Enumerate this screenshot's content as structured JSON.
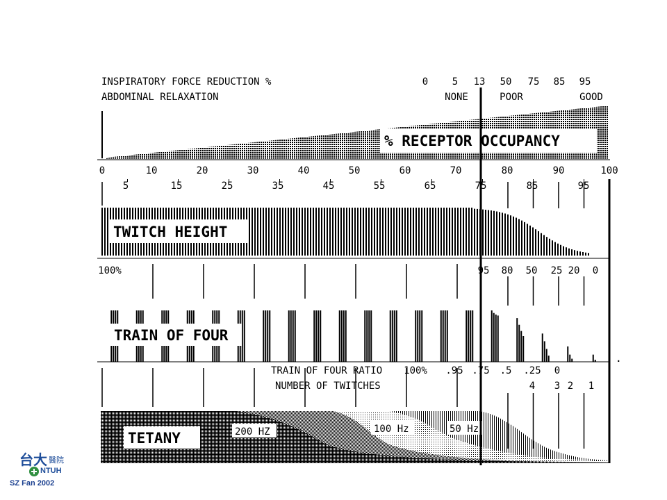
{
  "header": {
    "inspiratory_label": "INSPIRATORY FORCE REDUCTION %",
    "abdominal_label": "ABDOMINAL RELAXATION",
    "inspiratory_values": [
      "0",
      "5",
      "13",
      "50",
      "75",
      "85",
      "95"
    ],
    "abdominal_values": [
      "NONE",
      "POOR",
      "GOOD"
    ]
  },
  "occupancy": {
    "label": "% RECEPTOR OCCUPANCY",
    "major_ticks": [
      "0",
      "10",
      "20",
      "30",
      "40",
      "50",
      "60",
      "70",
      "80",
      "90",
      "100"
    ],
    "minor_ticks": [
      "5",
      "15",
      "25",
      "35",
      "45",
      "55",
      "65",
      "75",
      "85",
      "95"
    ]
  },
  "twitch": {
    "label": "TWITCH HEIGHT"
  },
  "tof": {
    "label": "TRAIN OF FOUR",
    "top_values": [
      "100%",
      "95",
      "80",
      "50",
      "25",
      "20",
      "0"
    ],
    "ratio_label": "TRAIN OF FOUR RATIO",
    "ratio_values": [
      "100%",
      ".95",
      ".75",
      ".5",
      ".25",
      "0"
    ],
    "twitch_count_label": "NUMBER OF TWITCHES",
    "twitch_count_values": [
      "4",
      "3",
      "2",
      "1"
    ]
  },
  "tetany": {
    "label": "TETANY",
    "freq_labels": [
      "200 HZ",
      "100 Hz",
      "50 Hz"
    ]
  },
  "logo": {
    "hanzi": "台大",
    "small": "醫院",
    "ntuh": "NTUH"
  },
  "credit": "SZ Fan 2002",
  "colors": {
    "ink": "#000000",
    "background": "#ffffff",
    "logo_blue": "#1f4e9a",
    "logo_green": "#2f8f3f"
  }
}
